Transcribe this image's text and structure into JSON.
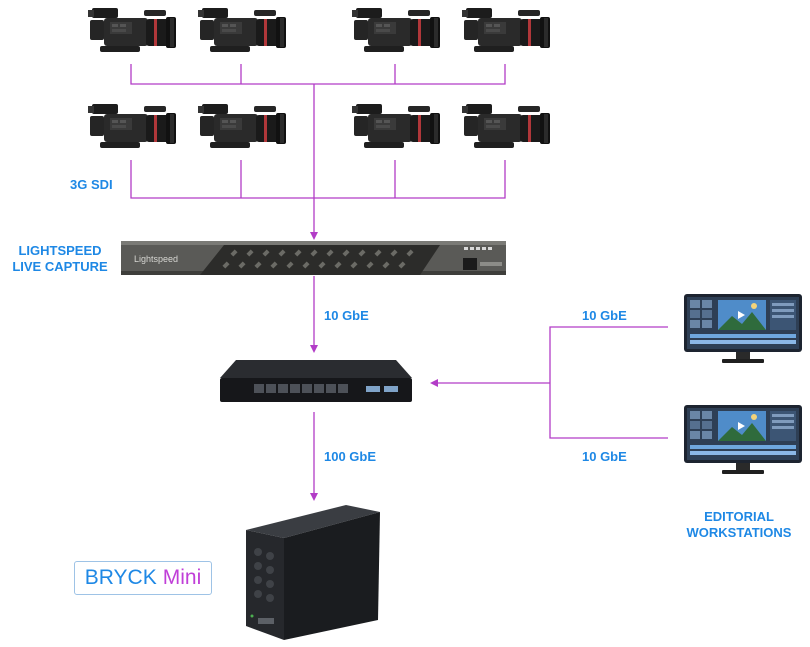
{
  "labels": {
    "sdi": "3G SDI",
    "capture_line1": "LIGHTSPEED",
    "capture_line2": "LIVE CAPTURE",
    "link_capture_switch": "10 GbE",
    "link_ws_top": "10 GbE",
    "link_ws_bottom": "10 GbE",
    "link_switch_storage": "100 GbE",
    "workstations_line1": "EDITORIAL",
    "workstations_line2": "WORKSTATIONS"
  },
  "devices": {
    "capture_unit_text": "Lightspeed",
    "storage_brand": "BRYCK",
    "storage_model": "Mini"
  },
  "colors": {
    "connector": "#b23cc7",
    "label": "#1e88e5",
    "brand_primary": "#1e88e5",
    "brand_accent": "#c03fd8"
  }
}
